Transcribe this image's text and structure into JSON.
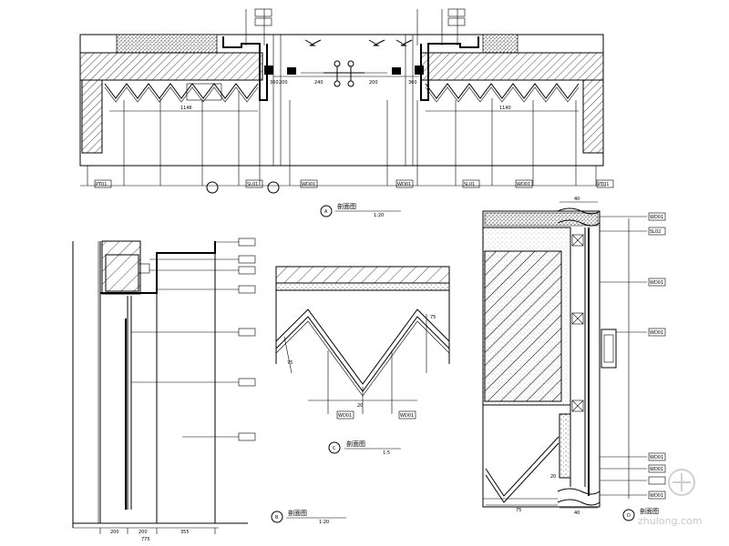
{
  "views": {
    "a": {
      "marker": "A",
      "title": "剖面图",
      "scale": "1:20"
    },
    "b": {
      "marker": "B",
      "title": "剖面图",
      "scale": "1:20"
    },
    "c": {
      "marker": "C",
      "title": "剖面图",
      "scale": "1:5"
    },
    "d": {
      "marker": "D",
      "title": "剖面图",
      "scale": ""
    }
  },
  "dims": {
    "top_1146": "1146",
    "top_1140": "1140",
    "top_360a": "360",
    "top_200a": "200",
    "top_240": "240",
    "top_200b": "200",
    "top_360b": "360",
    "bottom_200a": "200",
    "bottom_200b": "200",
    "bottom_355": "355",
    "bottom_775": "775",
    "c_75a": "75",
    "c_75b": "75",
    "c_20": "20",
    "d_40a": "40",
    "d_40b": "40",
    "d_75": "75",
    "d_20": "20"
  },
  "tags": {
    "b1": "PT01",
    "b2": "SL01",
    "b3": "WD01",
    "b4": "WD01",
    "b5": "SL01",
    "b6": "WD01",
    "b7": "PT01",
    "c1": "WD01",
    "c2": "WD01",
    "d1": "WD01",
    "d2": "SL02",
    "d3": "WD01",
    "d4": "WD01",
    "d5": "WD01",
    "d6": "WD01",
    "d7": "WD01"
  },
  "watermark": "zhulong.com"
}
